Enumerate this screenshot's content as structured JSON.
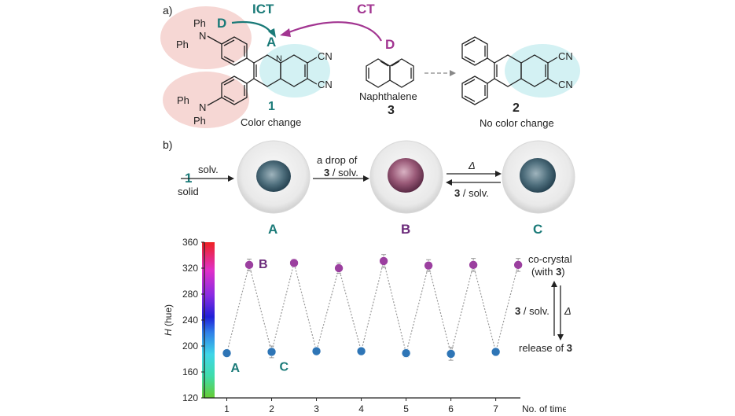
{
  "figure": {
    "panel_a_label": "a)",
    "panel_b_label": "b)",
    "colors": {
      "teal": "#1a7a78",
      "magenta": "#a23591",
      "pink_blob": "#f6d7d4",
      "cyan_blob": "#d3f1f3",
      "purple_label": "#6b2a7a"
    }
  },
  "panel_a": {
    "ict_label": "ICT",
    "ct_label": "CT",
    "donor_left": "D",
    "acceptor": "A",
    "donor_naph": "D",
    "ph_top_1": "Ph",
    "ph_top_2": "Ph",
    "n_top": "N",
    "ph_bot_1": "Ph",
    "ph_bot_2": "Ph",
    "n_bot": "N",
    "cn_1_top": "CN",
    "cn_1_bot": "CN",
    "cn_2_top": "CN",
    "cn_2_bot": "CN",
    "n_ring": "N",
    "compound1_number": "1",
    "compound1_caption": "Color change",
    "naph_name": "Naphthalene",
    "compound3_number": "3",
    "compound2_number": "2",
    "compound2_caption": "No color change"
  },
  "panel_b": {
    "start_number": "1",
    "start_label": "solid",
    "arrow1_label": "solv.",
    "arrow2_line1": "a drop of",
    "arrow2_line2_bold": "3",
    "arrow2_line2_rest": " / solv.",
    "reverse_top": "Δ",
    "reverse_bottom_bold": "3",
    "reverse_bottom_rest": " / solv.",
    "sample_A": "A",
    "sample_B": "B",
    "sample_C": "C"
  },
  "chart_data": {
    "type": "scatter",
    "ylabel_italic": "H",
    "ylabel_rest": " (hue)",
    "xlabel": "No. of times",
    "xlim": [
      0.5,
      7.55
    ],
    "ylim": [
      120,
      360
    ],
    "yticks": [
      120,
      160,
      200,
      240,
      280,
      320,
      360
    ],
    "xticks": [
      1,
      2,
      3,
      4,
      5,
      6,
      7
    ],
    "series": [
      {
        "name": "C (release of 3)",
        "color": "#2e75b6",
        "x": [
          1,
          2,
          3,
          4,
          5,
          6,
          7
        ],
        "y": [
          189,
          191,
          192,
          192,
          189,
          188,
          191
        ],
        "err": [
          5,
          9,
          4,
          3,
          6,
          10,
          4
        ]
      },
      {
        "name": "B (co-crystal with 3)",
        "color": "#9b3f9f",
        "x": [
          1.5,
          2.5,
          3.5,
          4.5,
          5.5,
          6.5,
          7.5
        ],
        "y": [
          325,
          328,
          320,
          331,
          324,
          325,
          325
        ],
        "err": [
          9,
          6,
          8,
          10,
          9,
          10,
          10
        ]
      }
    ],
    "point_labels": {
      "A": "A",
      "B": "B",
      "C": "C"
    },
    "annotation_top_line1": "co-crystal",
    "annotation_top_line2_prefix": "(with ",
    "annotation_top_line2_bold": "3",
    "annotation_top_line2_suffix": ")",
    "annotation_mid_bold": "3",
    "annotation_mid_rest": " / solv.",
    "annotation_mid_delta": "Δ",
    "annotation_bottom_prefix": "release of ",
    "annotation_bottom_bold": "3"
  }
}
